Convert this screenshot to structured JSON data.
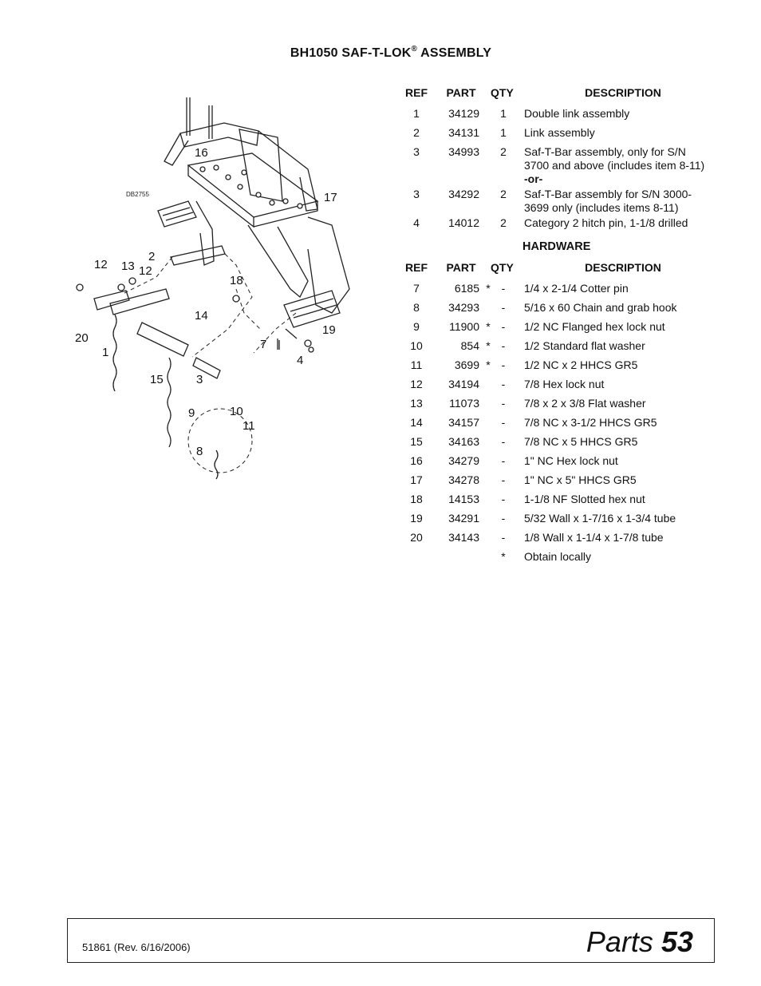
{
  "title": {
    "main": "BH1050 SAF-T-LOK",
    "reg": "®",
    "suffix": "ASSEMBLY"
  },
  "diagram": {
    "code": "DB2755",
    "callouts": [
      "16",
      "17",
      "2",
      "12",
      "13",
      "12",
      "18",
      "14",
      "20",
      "1",
      "19",
      "7",
      "4",
      "15",
      "3",
      "9",
      "10",
      "11",
      "8"
    ]
  },
  "headers": {
    "ref": "REF",
    "part": "PART",
    "qty": "QTY",
    "desc": "DESCRIPTION"
  },
  "parts": [
    {
      "ref": "1",
      "part": "34129",
      "star": "",
      "qty": "1",
      "desc": [
        "Double link assembly"
      ]
    },
    {
      "ref": "2",
      "part": "34131",
      "star": "",
      "qty": "1",
      "desc": [
        "Link assembly"
      ]
    },
    {
      "ref": "3",
      "part": "34993",
      "star": "",
      "qty": "2",
      "desc": [
        "Saf-T-Bar assembly, only for S/N",
        "3700 and above (includes item 8-11)"
      ],
      "or": "-or-"
    },
    {
      "ref": "3",
      "part": "34292",
      "star": "",
      "qty": "2",
      "desc": [
        "Saf-T-Bar assembly for S/N 3000-",
        "3699 only (includes items 8-11)"
      ]
    },
    {
      "ref": "4",
      "part": "14012",
      "star": "",
      "qty": "2",
      "desc": [
        "Category 2 hitch pin, 1-1/8 drilled"
      ]
    }
  ],
  "hardware_label": "HARDWARE",
  "hardware": [
    {
      "ref": "7",
      "part": "6185",
      "star": "*",
      "qty": "-",
      "desc": "1/4 x 2-1/4 Cotter pin"
    },
    {
      "ref": "8",
      "part": "34293",
      "star": "",
      "qty": "-",
      "desc": "5/16 x 60 Chain and grab hook"
    },
    {
      "ref": "9",
      "part": "11900",
      "star": "*",
      "qty": "-",
      "desc": "1/2 NC Flanged hex lock nut"
    },
    {
      "ref": "10",
      "part": "854",
      "star": "*",
      "qty": "-",
      "desc": "1/2 Standard flat washer"
    },
    {
      "ref": "11",
      "part": "3699",
      "star": "*",
      "qty": "-",
      "desc": "1/2 NC x 2 HHCS GR5"
    },
    {
      "ref": "12",
      "part": "34194",
      "star": "",
      "qty": "-",
      "desc": "7/8 Hex lock nut"
    },
    {
      "ref": "13",
      "part": "11073",
      "star": "",
      "qty": "-",
      "desc": "7/8 x 2 x 3/8 Flat washer"
    },
    {
      "ref": "14",
      "part": "34157",
      "star": "",
      "qty": "-",
      "desc": "7/8 NC x 3-1/2 HHCS GR5"
    },
    {
      "ref": "15",
      "part": "34163",
      "star": "",
      "qty": "-",
      "desc": "7/8 NC x 5 HHCS GR5"
    },
    {
      "ref": "16",
      "part": "34279",
      "star": "",
      "qty": "-",
      "desc": "1\" NC Hex lock nut"
    },
    {
      "ref": "17",
      "part": "34278",
      "star": "",
      "qty": "-",
      "desc": "1\" NC x 5\" HHCS GR5"
    },
    {
      "ref": "18",
      "part": "14153",
      "star": "",
      "qty": "-",
      "desc": "1-1/8 NF Slotted hex nut"
    },
    {
      "ref": "19",
      "part": "34291",
      "star": "",
      "qty": "-",
      "desc": "5/32 Wall x 1-7/16 x 1-3/4 tube"
    },
    {
      "ref": "20",
      "part": "34143",
      "star": "",
      "qty": "-",
      "desc": "1/8 Wall x 1-1/4 x 1-7/8 tube"
    },
    {
      "ref": "",
      "part": "",
      "star": "",
      "qty": "*",
      "desc": "Obtain locally"
    }
  ],
  "footer": {
    "rev": "51861 (Rev. 6/16/2006)",
    "section": "Parts",
    "page": "53"
  }
}
